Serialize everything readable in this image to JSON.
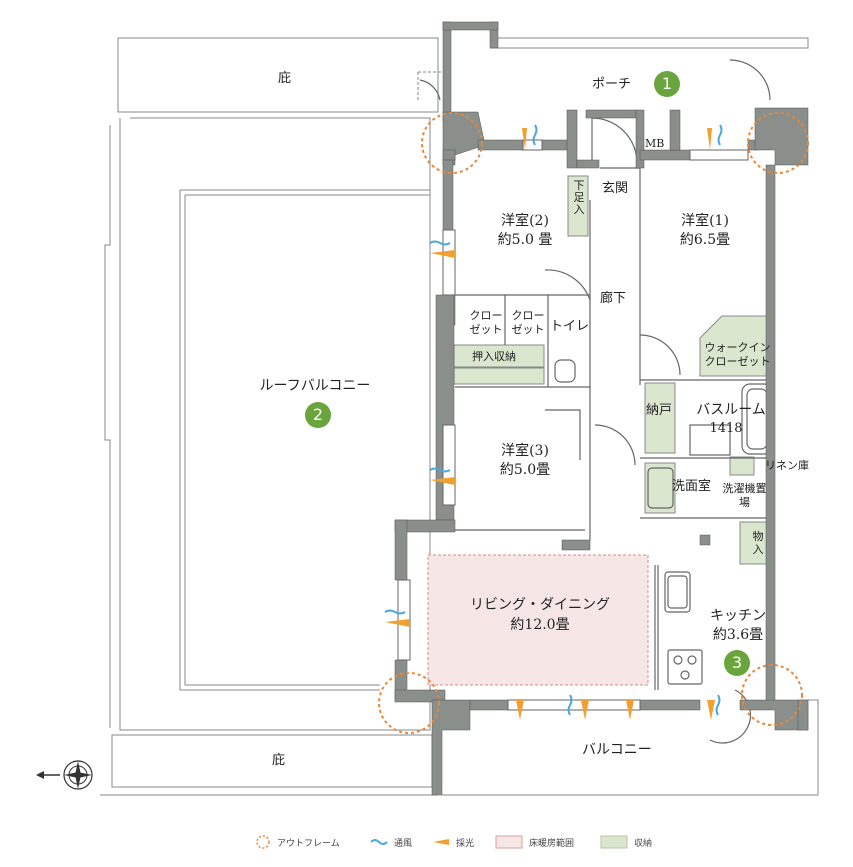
{
  "rooms": {
    "eaves_top": "庇",
    "eaves_bottom": "庇",
    "porch": "ポーチ",
    "mb": "MB",
    "genkan": "玄関",
    "shoe_storage": "下足入",
    "room2_name": "洋室(2)",
    "room2_size": "約5.0 畳",
    "room1_name": "洋室(1)",
    "room1_size": "約6.5畳",
    "hallway": "廊下",
    "closet_a": "クローゼット",
    "closet_b": "クローゼット",
    "toilet": "トイレ",
    "oshiire": "押入収納",
    "walkin": "ウォークインクローゼット",
    "room3_name": "洋室(3)",
    "room3_size": "約5.0畳",
    "nando": "納戸",
    "bath_name": "バスルーム",
    "bath_size": "1418",
    "linen": "リネン庫",
    "washroom": "洗面室",
    "laundry": "洗濯機置場",
    "storage": "物入",
    "ld_name": "リビング・ダイニング",
    "ld_size": "約12.0畳",
    "kitchen_name": "キッチン",
    "kitchen_size": "約3.6畳",
    "roof_balcony": "ルーフバルコニー",
    "balcony": "バルコニー"
  },
  "badges": [
    "1",
    "2",
    "3"
  ],
  "legend": {
    "outframe": "アウトフレーム",
    "ventilation": "通風",
    "daylight": "採光",
    "floor_heating": "床暖房範囲",
    "storage": "収納"
  },
  "colors": {
    "wall": "#8a8f8b",
    "storage_fill": "#dbe6cf",
    "floor_heating_fill": "#f7e6e6",
    "outframe": "#e8873a",
    "ventilation": "#4aa9d8",
    "daylight": "#f0a030",
    "badge": "#6aa43c"
  },
  "icons": [
    "compass-icon"
  ]
}
